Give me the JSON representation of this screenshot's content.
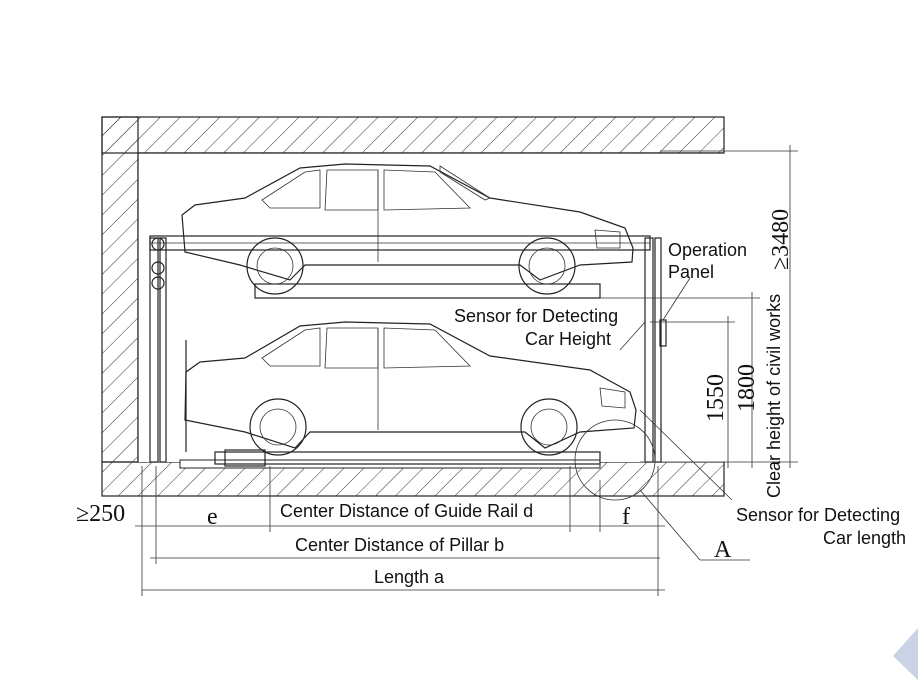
{
  "labels": {
    "operation_panel_line1": "Operation",
    "operation_panel_line2": "Panel",
    "sensor_height_line1": "Sensor for Detecting",
    "sensor_height_line2": "Car Height",
    "sensor_length_line1": "Sensor for Detecting",
    "sensor_length_line2": "Car length",
    "clear_height": "Clear height of civil works",
    "guide_rail": "Center Distance of Guide Rail d",
    "pillar": "Center Distance of Pillar b",
    "length": "Length a",
    "dim_e": "e",
    "dim_f": "f",
    "dim_A": "A",
    "dim_250": "≥250",
    "dim_3480": "≥3480",
    "dim_1550": "1550",
    "dim_1800": "1800"
  },
  "colors": {
    "line": "#222222",
    "hatch": "#333333",
    "corner_accent": "#c9d3e6"
  }
}
